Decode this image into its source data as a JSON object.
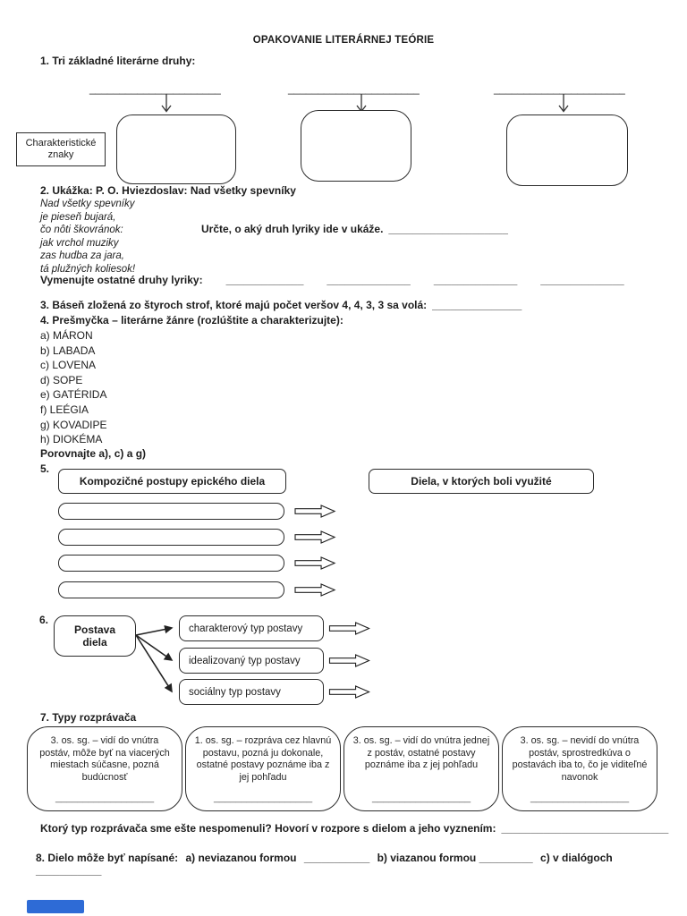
{
  "title": "OPAKOVANIE LITERÁRNEJ TEÓRIE",
  "q1": {
    "label": "1. Tri základné literárne druhy:",
    "blanks": [
      "______________________",
      "______________________",
      "______________________"
    ],
    "char_label_line1": "Charakteristické",
    "char_label_line2": "znaky"
  },
  "q2": {
    "label": "2. Ukážka: P. O. Hviezdoslav: Nad všetky spevníky",
    "poem": [
      "Nad všetky spevníky",
      "je pieseň bujará,",
      "čo nôti škovránok:",
      "jak vrchol muziky",
      "zas hudba za jara,",
      "tá plužných koliesok!"
    ],
    "inline_question": "Určte, o aký druh lyriky ide v ukáže.",
    "inline_blank": "____________________",
    "other_label": "Vymenujte ostatné druhy lyriky:",
    "other_blanks": [
      "_____________",
      "______________",
      "______________",
      "______________"
    ]
  },
  "q3": {
    "label": "3. Báseň zložená zo štyroch strof, ktoré majú počet veršov 4, 4, 3, 3 sa volá:",
    "blank": "_______________"
  },
  "q4": {
    "label": "4. Prešmyčka – literárne žánre (rozlúštite a charakterizujte):",
    "items": [
      "a) MÁRON",
      "b) LABADA",
      "c) LOVENA",
      "d) SOPE",
      "e) GATÉRIDA",
      "f) LEÉGIA",
      "g) KOVADIPE",
      "h) DIOKÉMA"
    ],
    "compare_label": "Porovnajte a), c) a g)"
  },
  "q5": {
    "number": "5.",
    "left_header": "Kompozičné postupy epického diela",
    "right_header": "Diela, v ktorých boli využité"
  },
  "q6": {
    "number": "6.",
    "root_line1": "Postava",
    "root_line2": "diela",
    "types": [
      "charakterový typ postavy",
      "idealizovaný typ postavy",
      "sociálny typ postavy"
    ]
  },
  "q7": {
    "label": "7. Typy rozprávača",
    "boxes": [
      {
        "text": "3. os. sg. – vidí do vnútra postáv, môže byť na viacerých miestach súčasne, pozná budúcnosť",
        "blank": "__________________"
      },
      {
        "text": "1. os. sg. – rozpráva cez hlavnú postavu, pozná ju dokonale, ostatné postavy poznáme iba z jej pohľadu",
        "blank": "__________________"
      },
      {
        "text": "3. os. sg. – vidí do vnútra jednej z postáv, ostatné postavy poznáme iba z jej pohľadu",
        "blank": "__________________"
      },
      {
        "text": "3. os. sg. – nevidí do vnútra postáv, sprostredkúva o postavách iba to, čo je viditeľné navonok",
        "blank": "__________________"
      }
    ],
    "followup": "Ktorý typ rozprávača sme ešte nespomenuli? Hovorí v rozpore s dielom a jeho vyznením:",
    "followup_blank": "____________________________"
  },
  "q8": {
    "prefix": "8.  Dielo môže byť napísané:",
    "a_label": "a) neviazanou formou",
    "a_blank": "___________",
    "b_label": "b) viazanou formou",
    "b_blank": "_________",
    "c_label": "c) v dialógoch",
    "c_blank": "___________"
  },
  "badge": {
    "color": "#2e6bd6"
  }
}
